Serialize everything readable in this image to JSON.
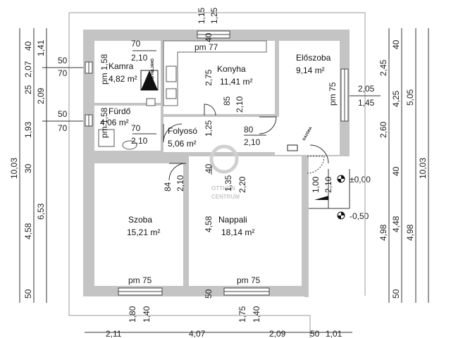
{
  "rooms": {
    "kamra": {
      "name": "Kamra",
      "area": "4,82 m²"
    },
    "konyha": {
      "name": "Konyha",
      "area": "11,41 m²"
    },
    "eloszoba": {
      "name": "Előszoba",
      "area": "9,14 m²"
    },
    "furdo": {
      "name": "Fürdő",
      "area": "4,06 m²"
    },
    "folyoso": {
      "name": "Folyosó",
      "area": "5,06 m²"
    },
    "szoba": {
      "name": "Szoba",
      "area": "15,21 m²"
    },
    "nappali": {
      "name": "Nappali",
      "area": "18,14 m²"
    }
  },
  "sill_labels": {
    "kamra": "pm 1,58",
    "furdo": "pm 1,58",
    "konyha": "pm 77",
    "eloszoba": "pm 75",
    "szoba": "pm 75",
    "nappali": "pm 75"
  },
  "door_dims": {
    "kamra_w": "70",
    "kamra_h": "2,10",
    "furdo_w": "70",
    "furdo_h": "2,10",
    "konyha_w": "85",
    "konyha_h": "2,10",
    "eloszoba_w": "80",
    "eloszoba_h": "2,10",
    "szoba_w": "84",
    "szoba_h": "2,10",
    "nappali_w": "1,35",
    "nappali_h": "2,20",
    "entry_w": "1,00",
    "entry_h": "2,10",
    "wall_275": "2,75",
    "wall_125": "1,25",
    "wall_458": "4,58",
    "wall_40": "40",
    "wall_50": "50",
    "top_115": "1,15",
    "top_125": "1,25"
  },
  "window_dims": {
    "kamra_w": "50",
    "kamra_h": "70",
    "furdo_w": "50",
    "furdo_h": "70",
    "elo_w": "2,05",
    "elo_h": "1,45",
    "szoba_w": "1,80",
    "szoba_h": "1,40",
    "nappali_w": "1,75",
    "nappali_h": "1,40"
  },
  "levels": {
    "entry": "±0,00",
    "step": "-0,50"
  },
  "left_dims": [
    "40",
    "2,07",
    "25",
    "1,93",
    "30",
    "4,58",
    "50",
    "1,41",
    "2,09",
    "6,53",
    "10,03"
  ],
  "right_dims": [
    "2,45",
    "40",
    "4,25",
    "2,60",
    "40",
    "4,98",
    "50",
    "5,05",
    "4,48",
    "4,98",
    "10,03"
  ],
  "bottom_dims": [
    "2,11",
    "4,07",
    "2,09",
    "50",
    "1,01"
  ],
  "fixtures": {
    "padlas": "PADLÁS FELJÁRÓ",
    "gazora": "GÁZÓRA"
  },
  "watermark": {
    "line1": "OTTHON",
    "line2": "CENTRUM"
  },
  "colors": {
    "wall": "#c4c4c4",
    "floor": "#ffffff",
    "line": "#222222",
    "watermark": "#c8c8c8"
  }
}
